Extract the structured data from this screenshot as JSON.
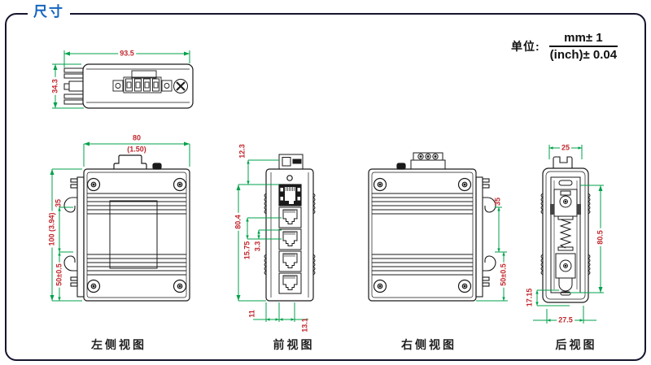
{
  "header": {
    "title": "尺寸"
  },
  "units": {
    "label": "单位:",
    "mm": "mm± 1",
    "inch": "(inch)± 0.04"
  },
  "views": {
    "top": {
      "dims": {
        "width": "93.5",
        "depth": "34.3"
      }
    },
    "left": {
      "label": "左侧视图",
      "dims": {
        "width_mm": "80",
        "width_inch": "(1.50)",
        "din_rail": "35",
        "height": "100 (3.94)",
        "clip_bottom": "50±0.5"
      }
    },
    "front": {
      "label": "前视图",
      "dims": {
        "top_offset": "12.3",
        "body_height": "80.4",
        "port_pitch": "15.75",
        "port_gap": "3.3",
        "bottom_left": "11",
        "bottom_right": "13.1"
      }
    },
    "right": {
      "label": "右侧视图",
      "dims": {
        "din_rail": "35",
        "clip_bottom": "50±0.5"
      }
    },
    "rear": {
      "label": "后视图",
      "dims": {
        "width": "25",
        "height": "80.5",
        "clip": "17.15",
        "base_width": "27.5"
      }
    }
  },
  "colors": {
    "dimension_line": "#00A14B",
    "dimension_text": "#C1272D",
    "title_blue": "#1565C0",
    "line": "#1A1A1A"
  }
}
